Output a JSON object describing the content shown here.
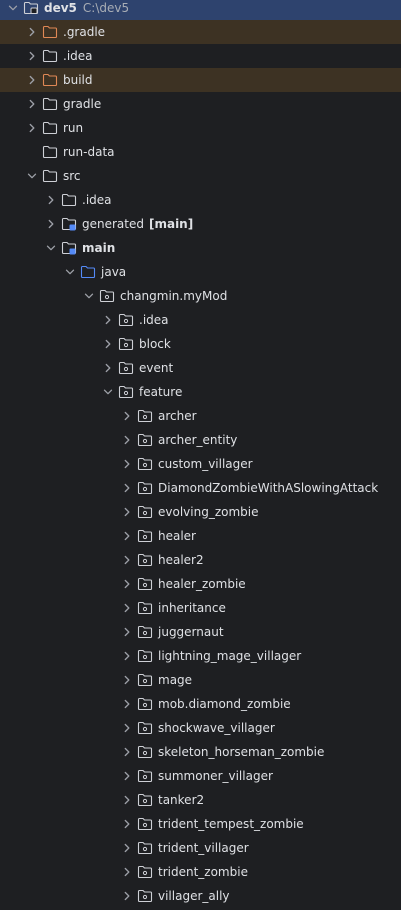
{
  "root": {
    "name": "dev5",
    "path": "C:\\dev5"
  },
  "items": [
    {
      "label": "dev5",
      "hint": "C:\\dev5",
      "depth": 0,
      "chevron": "down",
      "icon": "project-folder-icon",
      "style": "selected",
      "bold": true
    },
    {
      "label": ".gradle",
      "depth": 1,
      "chevron": "right",
      "icon": "folder-excluded-icon",
      "style": "excluded"
    },
    {
      "label": ".idea",
      "depth": 1,
      "chevron": "right",
      "icon": "folder-icon"
    },
    {
      "label": "build",
      "depth": 1,
      "chevron": "right",
      "icon": "folder-excluded-icon",
      "style": "excluded"
    },
    {
      "label": "gradle",
      "depth": 1,
      "chevron": "right",
      "icon": "folder-icon"
    },
    {
      "label": "run",
      "depth": 1,
      "chevron": "right",
      "icon": "folder-icon"
    },
    {
      "label": "run-data",
      "depth": 1,
      "chevron": "none",
      "icon": "folder-icon"
    },
    {
      "label": "src",
      "depth": 1,
      "chevron": "down",
      "icon": "folder-icon"
    },
    {
      "label": ".idea",
      "depth": 2,
      "chevron": "right",
      "icon": "folder-icon"
    },
    {
      "label": "generated",
      "tag": "[main]",
      "depth": 2,
      "chevron": "right",
      "icon": "module-folder-icon"
    },
    {
      "label": "main",
      "depth": 2,
      "chevron": "down",
      "icon": "module-folder-icon",
      "bold": true
    },
    {
      "label": "java",
      "depth": 3,
      "chevron": "down",
      "icon": "source-root-folder-icon"
    },
    {
      "label": "changmin.myMod",
      "depth": 4,
      "chevron": "down",
      "icon": "package-icon"
    },
    {
      "label": ".idea",
      "depth": 5,
      "chevron": "right",
      "icon": "package-icon"
    },
    {
      "label": "block",
      "depth": 5,
      "chevron": "right",
      "icon": "package-icon"
    },
    {
      "label": "event",
      "depth": 5,
      "chevron": "right",
      "icon": "package-icon"
    },
    {
      "label": "feature",
      "depth": 5,
      "chevron": "down",
      "icon": "package-icon"
    },
    {
      "label": "archer",
      "depth": 6,
      "chevron": "right",
      "icon": "package-icon"
    },
    {
      "label": "archer_entity",
      "depth": 6,
      "chevron": "right",
      "icon": "package-icon"
    },
    {
      "label": "custom_villager",
      "depth": 6,
      "chevron": "right",
      "icon": "package-icon"
    },
    {
      "label": "DiamondZombieWithASlowingAttack",
      "depth": 6,
      "chevron": "right",
      "icon": "package-icon"
    },
    {
      "label": "evolving_zombie",
      "depth": 6,
      "chevron": "right",
      "icon": "package-icon"
    },
    {
      "label": "healer",
      "depth": 6,
      "chevron": "right",
      "icon": "package-icon"
    },
    {
      "label": "healer2",
      "depth": 6,
      "chevron": "right",
      "icon": "package-icon"
    },
    {
      "label": "healer_zombie",
      "depth": 6,
      "chevron": "right",
      "icon": "package-icon"
    },
    {
      "label": "inheritance",
      "depth": 6,
      "chevron": "right",
      "icon": "package-icon"
    },
    {
      "label": "juggernaut",
      "depth": 6,
      "chevron": "right",
      "icon": "package-icon"
    },
    {
      "label": "lightning_mage_villager",
      "depth": 6,
      "chevron": "right",
      "icon": "package-icon"
    },
    {
      "label": "mage",
      "depth": 6,
      "chevron": "right",
      "icon": "package-icon"
    },
    {
      "label": "mob.diamond_zombie",
      "depth": 6,
      "chevron": "right",
      "icon": "package-icon"
    },
    {
      "label": "shockwave_villager",
      "depth": 6,
      "chevron": "right",
      "icon": "package-icon"
    },
    {
      "label": "skeleton_horseman_zombie",
      "depth": 6,
      "chevron": "right",
      "icon": "package-icon"
    },
    {
      "label": "summoner_villager",
      "depth": 6,
      "chevron": "right",
      "icon": "package-icon"
    },
    {
      "label": "tanker2",
      "depth": 6,
      "chevron": "right",
      "icon": "package-icon"
    },
    {
      "label": "trident_tempest_zombie",
      "depth": 6,
      "chevron": "right",
      "icon": "package-icon"
    },
    {
      "label": "trident_villager",
      "depth": 6,
      "chevron": "right",
      "icon": "package-icon"
    },
    {
      "label": "trident_zombie",
      "depth": 6,
      "chevron": "right",
      "icon": "package-icon"
    },
    {
      "label": "villager_ally",
      "depth": 6,
      "chevron": "right",
      "icon": "package-icon"
    }
  ],
  "colors": {
    "background": "#1e1f22",
    "selected": "#2e436e",
    "excluded": "#3d3223",
    "text": "#dfe1e5",
    "hint": "#a8adb5",
    "folder_stroke": "#ced0d6",
    "excluded_folder_stroke": "#e08855",
    "source_folder_stroke": "#548af7"
  }
}
